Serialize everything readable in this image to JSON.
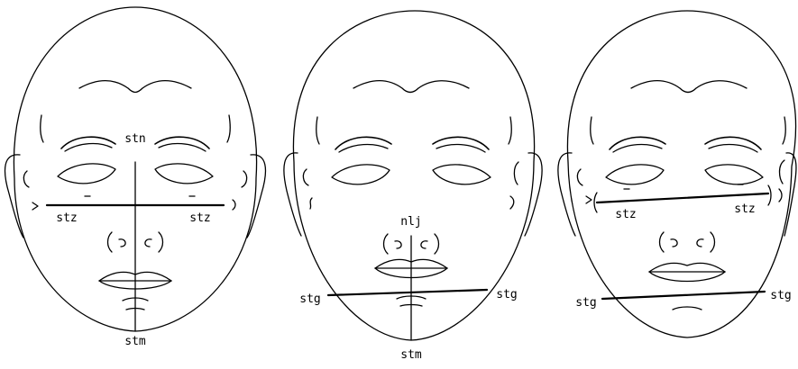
{
  "faces": [
    {
      "labels": {
        "top": "stn",
        "left": "stz",
        "right": "stz",
        "bottom": "stm"
      }
    },
    {
      "labels": {
        "top": "nlj",
        "left": "stg",
        "right": "stg",
        "bottom": "stm"
      }
    },
    {
      "labels": {
        "left_upper": "stz",
        "right_upper": "stz",
        "left_lower": "stg",
        "right_lower": "stg"
      }
    }
  ]
}
